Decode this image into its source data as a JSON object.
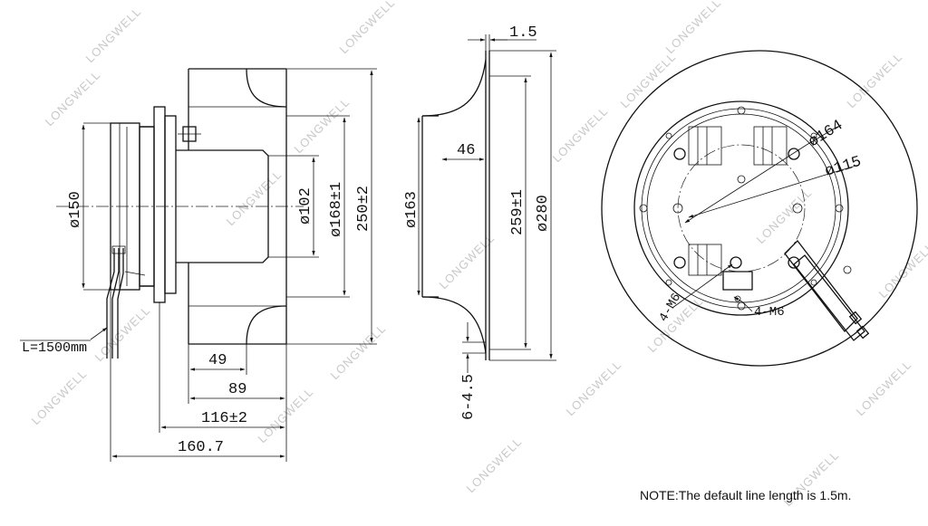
{
  "watermark": "LONGWELL",
  "side_view": {
    "dims": {
      "motor_dia": "ø150",
      "hub_dia": "ø102",
      "wheel_dia": "ø168±1",
      "outer_dia": "250±2",
      "cable_len": "L=1500mm",
      "d49": "49",
      "d89": "89",
      "d116": "116±2",
      "d160": "160.7"
    }
  },
  "ring_view": {
    "dims": {
      "flange_thk": "1.5",
      "inlet_depth": "46",
      "inner_dia": "ø163",
      "mid_dia": "259±1",
      "outer_dia": "ø280",
      "gap": "6-4.5"
    }
  },
  "front_view": {
    "dims": {
      "pcd_outer": "ø164",
      "pcd_inner": "ø115",
      "holes_a": "4-M6",
      "holes_b": "4-M6"
    }
  },
  "note": "NOTE:The default line length is 1.5m.",
  "colors": {
    "line": "#111111",
    "watermark": "#c9c9c9"
  }
}
